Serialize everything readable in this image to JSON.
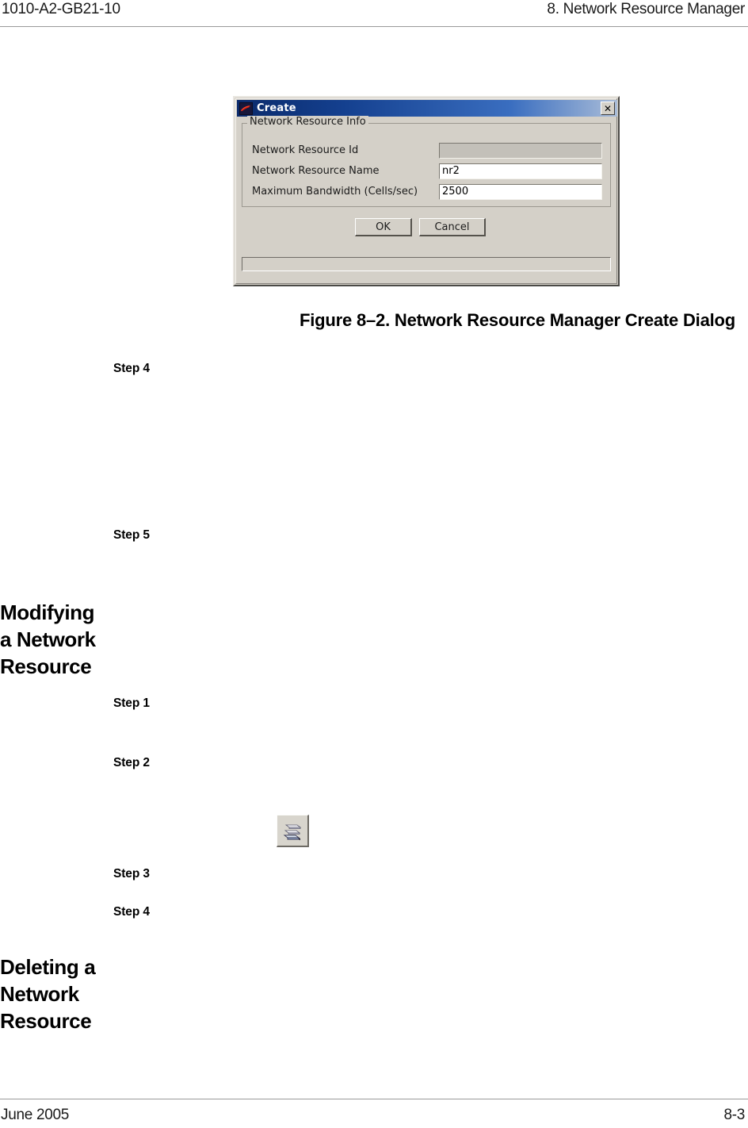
{
  "page": {
    "header_left": "1010-A2-GB21-10",
    "header_right": "8. Network Resource Manager",
    "footer_left": "June 2005",
    "footer_right": "8-3"
  },
  "figure": {
    "caption": "Figure 8–2.  Network Resource Manager Create Dialog",
    "dialog": {
      "title": "Create",
      "title_icon": "swoosh-icon",
      "close_label": "✕",
      "groupbox_legend": "Network Resource Info",
      "fields": [
        {
          "label": "Network Resource Id",
          "value": "",
          "disabled": true
        },
        {
          "label": "Network Resource Name",
          "value": "nr2",
          "disabled": false
        },
        {
          "label": "Maximum Bandwidth (Cells/sec)",
          "value": "2500",
          "disabled": false
        }
      ],
      "buttons": {
        "ok": "OK",
        "cancel": "Cancel"
      },
      "statusbar_text": ""
    },
    "colors": {
      "titlebar_start": "#0b2a6b",
      "titlebar_end": "#a9bcd8",
      "dialog_face": "#d4d0c8",
      "field_disabled": "#c3c0b9"
    }
  },
  "body": {
    "steps_upper": [
      {
        "label": "Step 4"
      },
      {
        "label": "Step 5"
      }
    ],
    "heading_modify": "Modifying a Network Resource",
    "steps_modify": [
      {
        "label": "Step 1"
      },
      {
        "label": "Step 2"
      },
      {
        "label": "Step 3"
      },
      {
        "label": "Step 4"
      }
    ],
    "toolbar_icon": "stacked-layers-icon",
    "heading_delete": "Deleting a Network Resource"
  }
}
